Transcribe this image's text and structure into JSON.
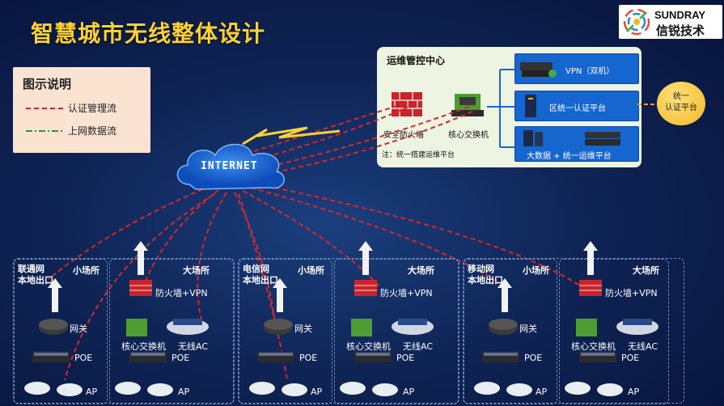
{
  "title": "智慧城市无线整体设计",
  "logo": {
    "en": "SUNDRAY",
    "cn": "信锐技术"
  },
  "legend": {
    "title": "图示说明",
    "items": [
      {
        "label": "认证管理流",
        "color": "#d8262e",
        "style": "dashed"
      },
      {
        "label": "上网数据流",
        "color": "#1f9a3a",
        "style": "dash-dot"
      }
    ]
  },
  "control_center": {
    "title": "运维管控中心",
    "firewall": "安全防火墙",
    "core_switch": "核心交换机",
    "note": "注：统一搭建运维平台",
    "platforms": [
      "VPN（双机）",
      "区统一认证平台",
      "大数据 + 统一运维平台"
    ]
  },
  "unified_auth": [
    "统一",
    "认证平台"
  ],
  "internet": "INTERNET",
  "regions": [
    {
      "carrier": "联通网",
      "exit": "本地出口",
      "small": "小场所",
      "large": "大场所"
    },
    {
      "carrier": "电信网",
      "exit": "本地出口",
      "small": "小场所",
      "large": "大场所"
    },
    {
      "carrier": "移动网",
      "exit": "本地出口",
      "small": "小场所",
      "large": "大场所"
    }
  ],
  "devices": {
    "gateway": "网关",
    "poe": "POE",
    "ap": "AP",
    "firewall_vpn": "防火墙+VPN",
    "core_switch": "核心交换机",
    "wireless_ac": "无线AC"
  },
  "colors": {
    "auth_flow": "#d8262e",
    "data_flow": "#1f9a3a",
    "title": "#ffd233",
    "platform_blue": "#1666d0"
  }
}
